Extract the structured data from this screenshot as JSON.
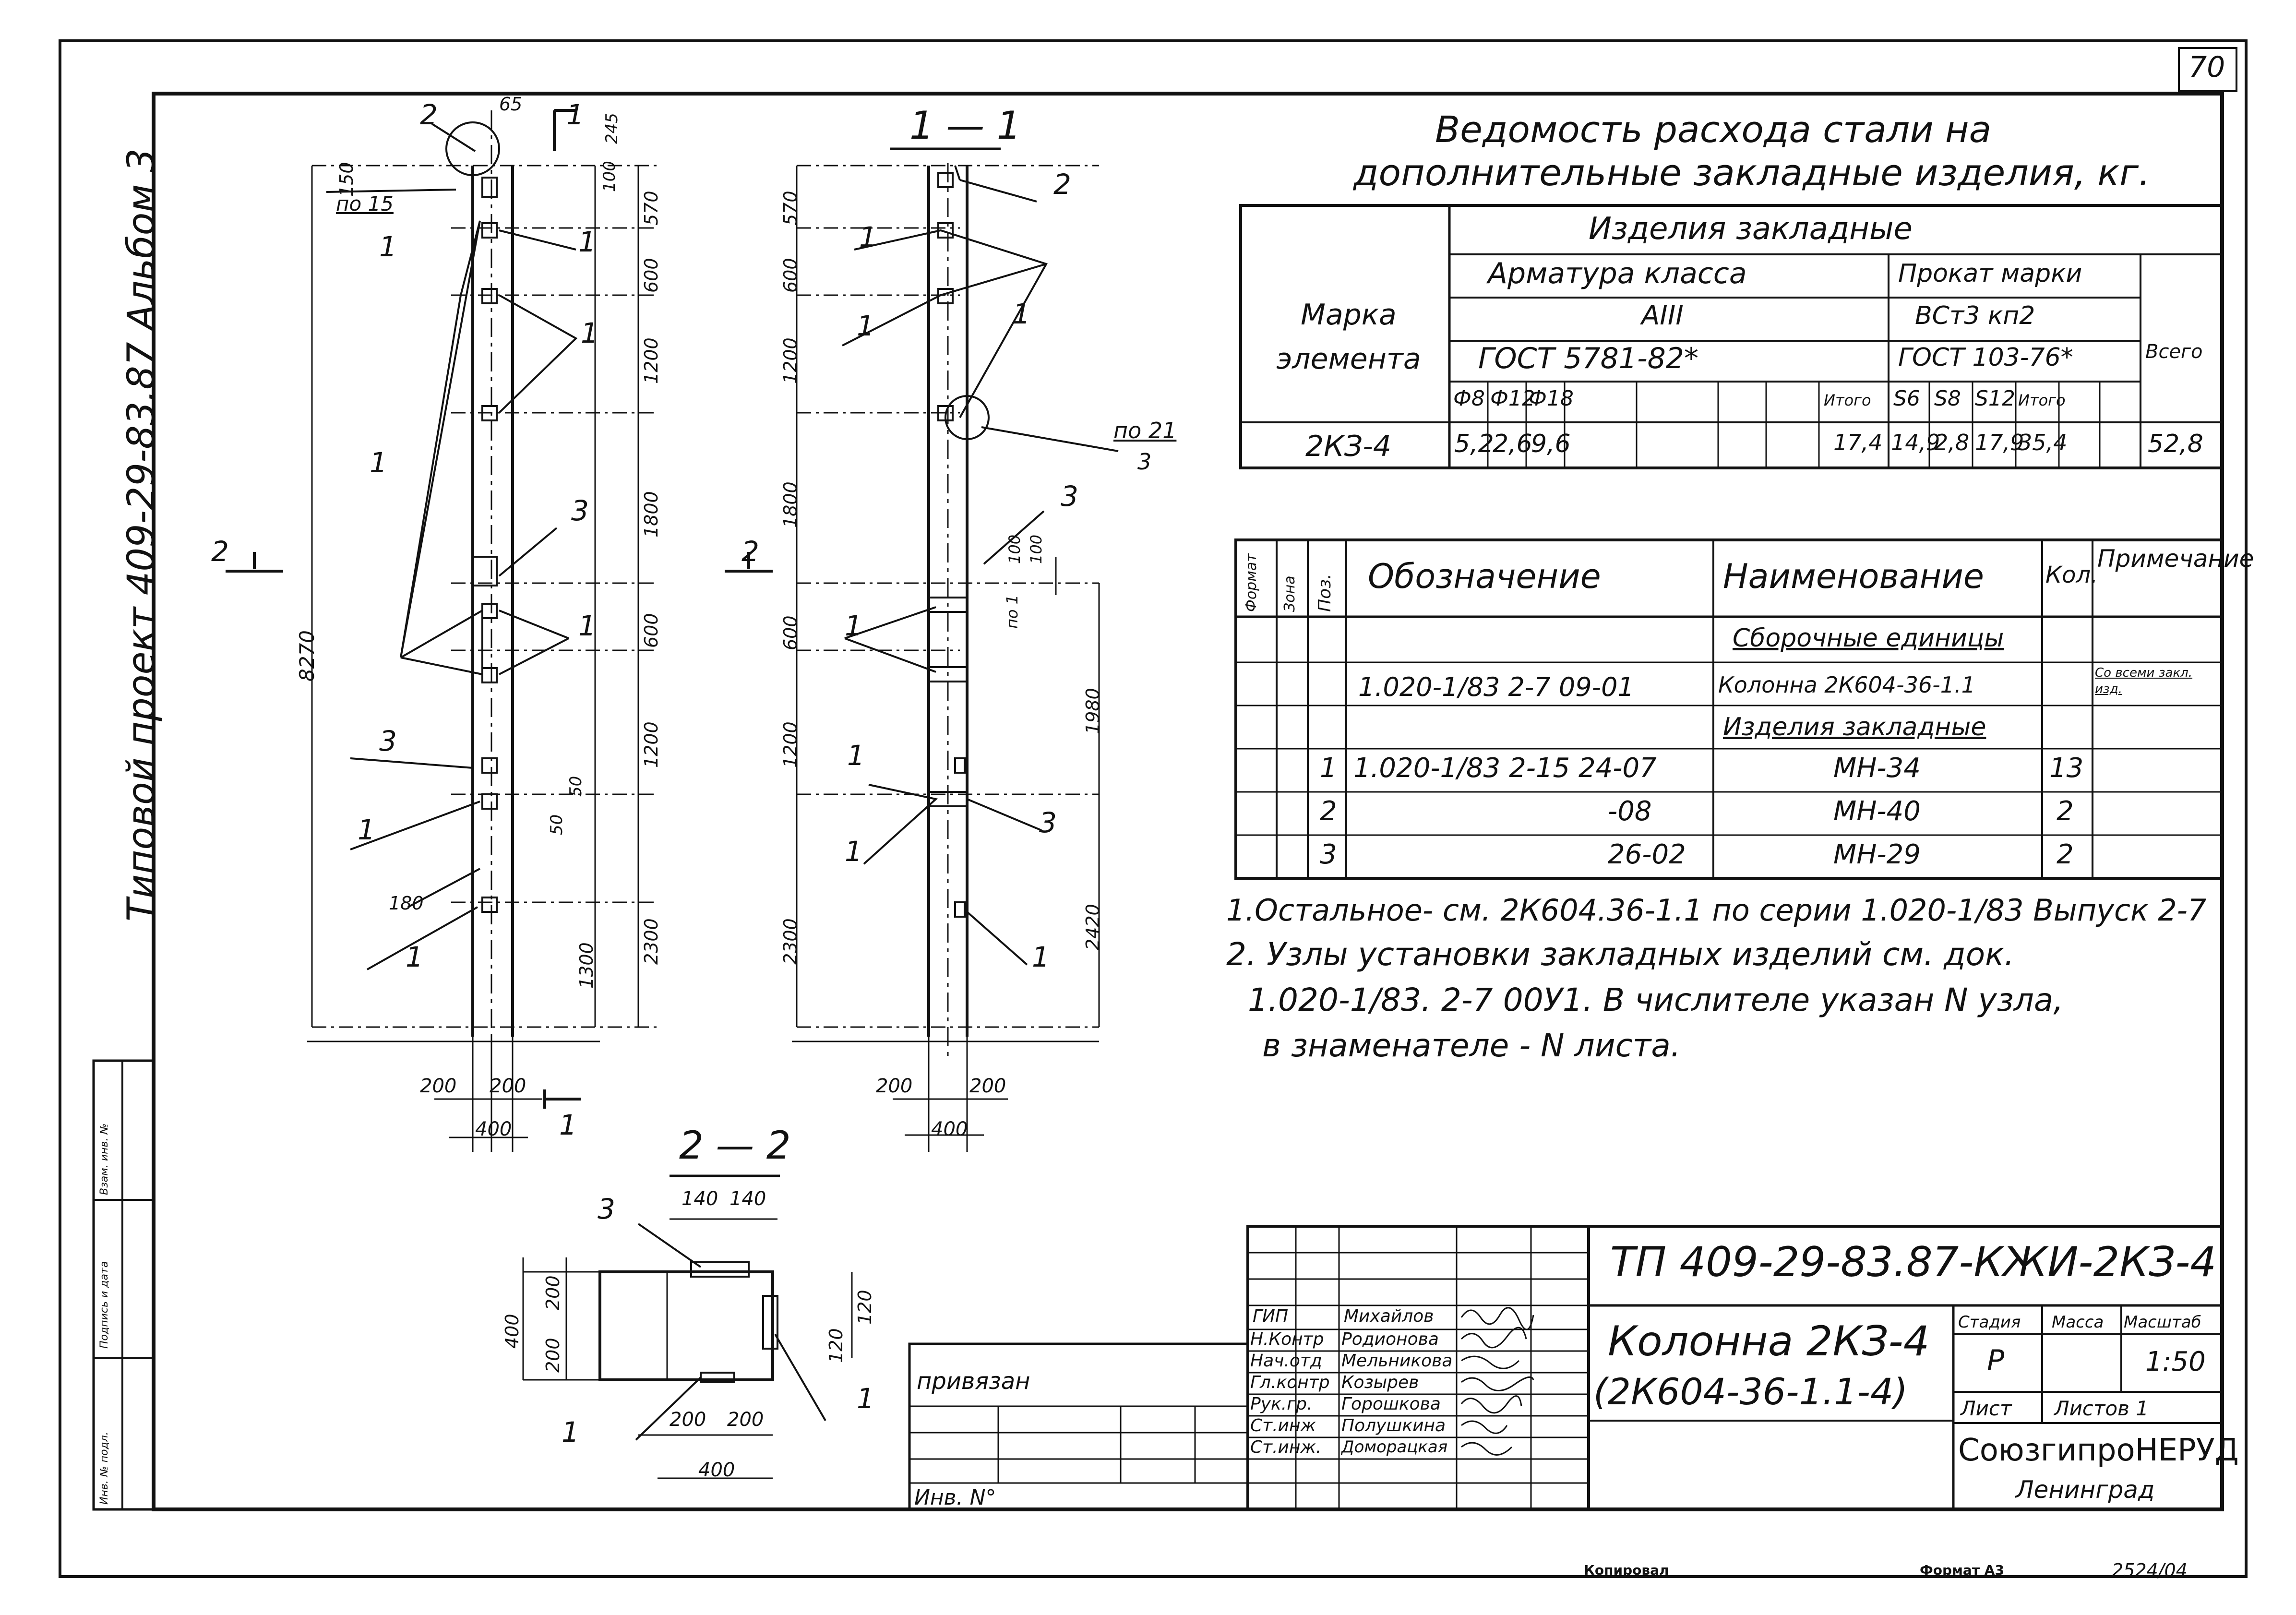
{
  "sheet": {
    "sheet_number": "70",
    "margin_title": "Типовой проект 409-29-83.87 Альбом 3",
    "footer_copied": "Копировал",
    "footer_format": "Формат А3",
    "footer_code": "2524/04"
  },
  "left_strip": [
    "Инв. № подл.",
    "Подпись и дата",
    "Взам. инв. №"
  ],
  "steel_table": {
    "title_line1": "Ведомость расхода  стали на",
    "title_line2": "дополнительные закладные изделия, кг.",
    "col_mark": "Марка элемента",
    "group": "Изделия  закладные",
    "sub_rebar": "Арматура класса",
    "sub_rebar_class": "АIII",
    "sub_rebar_gost": "ГОСТ  5781-82*",
    "sub_rolled": "Прокат марки",
    "sub_rolled_grade": "ВСт3 кп2",
    "sub_rolled_gost": "ГОСТ 103-76*",
    "col_total": "Всего",
    "cols": [
      "Ф8",
      "Ф12",
      "Ф18",
      "",
      "",
      "",
      "Итого",
      "S6",
      "S8",
      "S12",
      "Итого"
    ],
    "row": {
      "mark": "2КЗ-4",
      "values": [
        "5,2",
        "2,6",
        "9,6",
        "",
        "",
        "",
        "17,4",
        "14,9",
        "2,8",
        "17,9",
        "35,4"
      ],
      "total": "52,8"
    }
  },
  "spec_table": {
    "headers": [
      "Формат",
      "Зона",
      "Поз.",
      "Обозначение",
      "Наименование",
      "Кол.",
      "Примечание"
    ],
    "rows": [
      {
        "pos": "",
        "code": "",
        "name": "Сборочные единицы",
        "qty": "",
        "note": ""
      },
      {
        "pos": "",
        "code": "1.020-1/83 2-7  09-01",
        "name": "Колонна 2К604-36-1.1",
        "qty": "",
        "note": "Со всеми закл. изд."
      },
      {
        "pos": "",
        "code": "",
        "name": "Изделия закладные",
        "qty": "",
        "note": ""
      },
      {
        "pos": "1",
        "code": "1.020-1/83 2-15  24-07",
        "name": "МН-34",
        "qty": "13",
        "note": ""
      },
      {
        "pos": "2",
        "code": "-08",
        "name": "МН-40",
        "qty": "2",
        "note": ""
      },
      {
        "pos": "3",
        "code": "26-02",
        "name": "МН-29",
        "qty": "2",
        "note": ""
      }
    ]
  },
  "notes": [
    "1.Остальное- см. 2К604.36-1.1 по серии 1.020-1/83 Выпуск 2-7",
    "2. Узлы установки закладных изделий см. док.",
    "1.020-1/83. 2-7 00У1. В числителе указан N узла,",
    "в знаменателе - N листа."
  ],
  "views": {
    "section_1_1": "1 — 1",
    "section_2_2": "2 — 2",
    "cut_marker": "2",
    "cut_marker_1": "1",
    "node_label_1": "по 15",
    "node_label_2_top": "по 21",
    "node_label_2_bot": "3",
    "node_label_3": "по 1",
    "elev_total": "8270",
    "elev_front": [
      "570",
      "600",
      "1200",
      "1800",
      "600",
      "1200",
      "2300",
      "1300"
    ],
    "elev_side": [
      "570",
      "600",
      "1200",
      "1800",
      "600",
      "1200",
      "2300",
      "1980",
      "2420"
    ],
    "dims_top": [
      "65",
      "150",
      "100",
      "245"
    ],
    "dims_bottom_front": [
      "200",
      "200",
      "400"
    ],
    "dims_bottom_side": [
      "200",
      "200",
      "400"
    ],
    "dims_misc": [
      "180",
      "50",
      "50",
      "100",
      "100"
    ],
    "sec22_top": [
      "140",
      "140"
    ],
    "sec22_left": [
      "400",
      "200",
      "200"
    ],
    "sec22_right": [
      "120",
      "120"
    ],
    "sec22_bottom": [
      "200",
      "200",
      "400"
    ],
    "pos_labels": [
      "1",
      "2",
      "3"
    ]
  },
  "title_block": {
    "code": "ТП 409-29-83.87-КЖИ-2КЗ-4",
    "name_line1": "Колонна 2КЗ-4",
    "name_line2": "(2К604-36-1.1-4)",
    "stage_label": "Стадия",
    "mass_label": "Масса",
    "scale_label": "Масштаб",
    "stage": "Р",
    "scale": "1:50",
    "sheet_label": "Лист",
    "sheets_label": "Листов 1",
    "org_line1": "СоюзгипроНЕРУД",
    "org_line2": "Ленинград",
    "roles": [
      "ГИП",
      "Н.Контр",
      "Нач.отд",
      "Гл.контр",
      "Рук.гр.",
      "Ст.инж",
      "Ст.инж."
    ],
    "names": [
      "Михайлов",
      "Родионова",
      "Мельникова",
      "Козырев",
      "Горошкова",
      "Полушкина",
      "Доморацкая"
    ],
    "tied_label": "привязан",
    "inv_label": "Инв. N°"
  }
}
